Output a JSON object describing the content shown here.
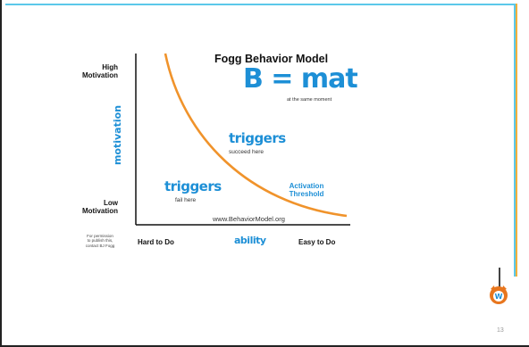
{
  "slide": {
    "number": "13",
    "accent_color": "#5bc8ea",
    "accent_gold": "#f0b03c"
  },
  "diagram": {
    "title": "Fogg Behavior Model",
    "formula": "B = mat",
    "formula_note": "at the same moment",
    "y_axis": {
      "label": "motivation",
      "high": [
        "High",
        "Motivation"
      ],
      "low": [
        "Low",
        "Motivation"
      ]
    },
    "x_axis": {
      "label": "ability",
      "left": "Hard to Do",
      "right": "Easy to Do"
    },
    "region_success": {
      "heading": "triggers",
      "sub": "succeed here"
    },
    "region_fail": {
      "heading": "triggers",
      "sub": "fail here"
    },
    "curve_label": [
      "Activation",
      "Threshold"
    ],
    "curve_color": "#f0932b",
    "text_blue": "#1d8fd6",
    "website": "www.BehaviorModel.org",
    "permission": [
      "For permission",
      "to publish this,",
      "contact BJ Fogg"
    ]
  },
  "icons": {
    "mascot": "hanging-fox-mascot-icon"
  }
}
